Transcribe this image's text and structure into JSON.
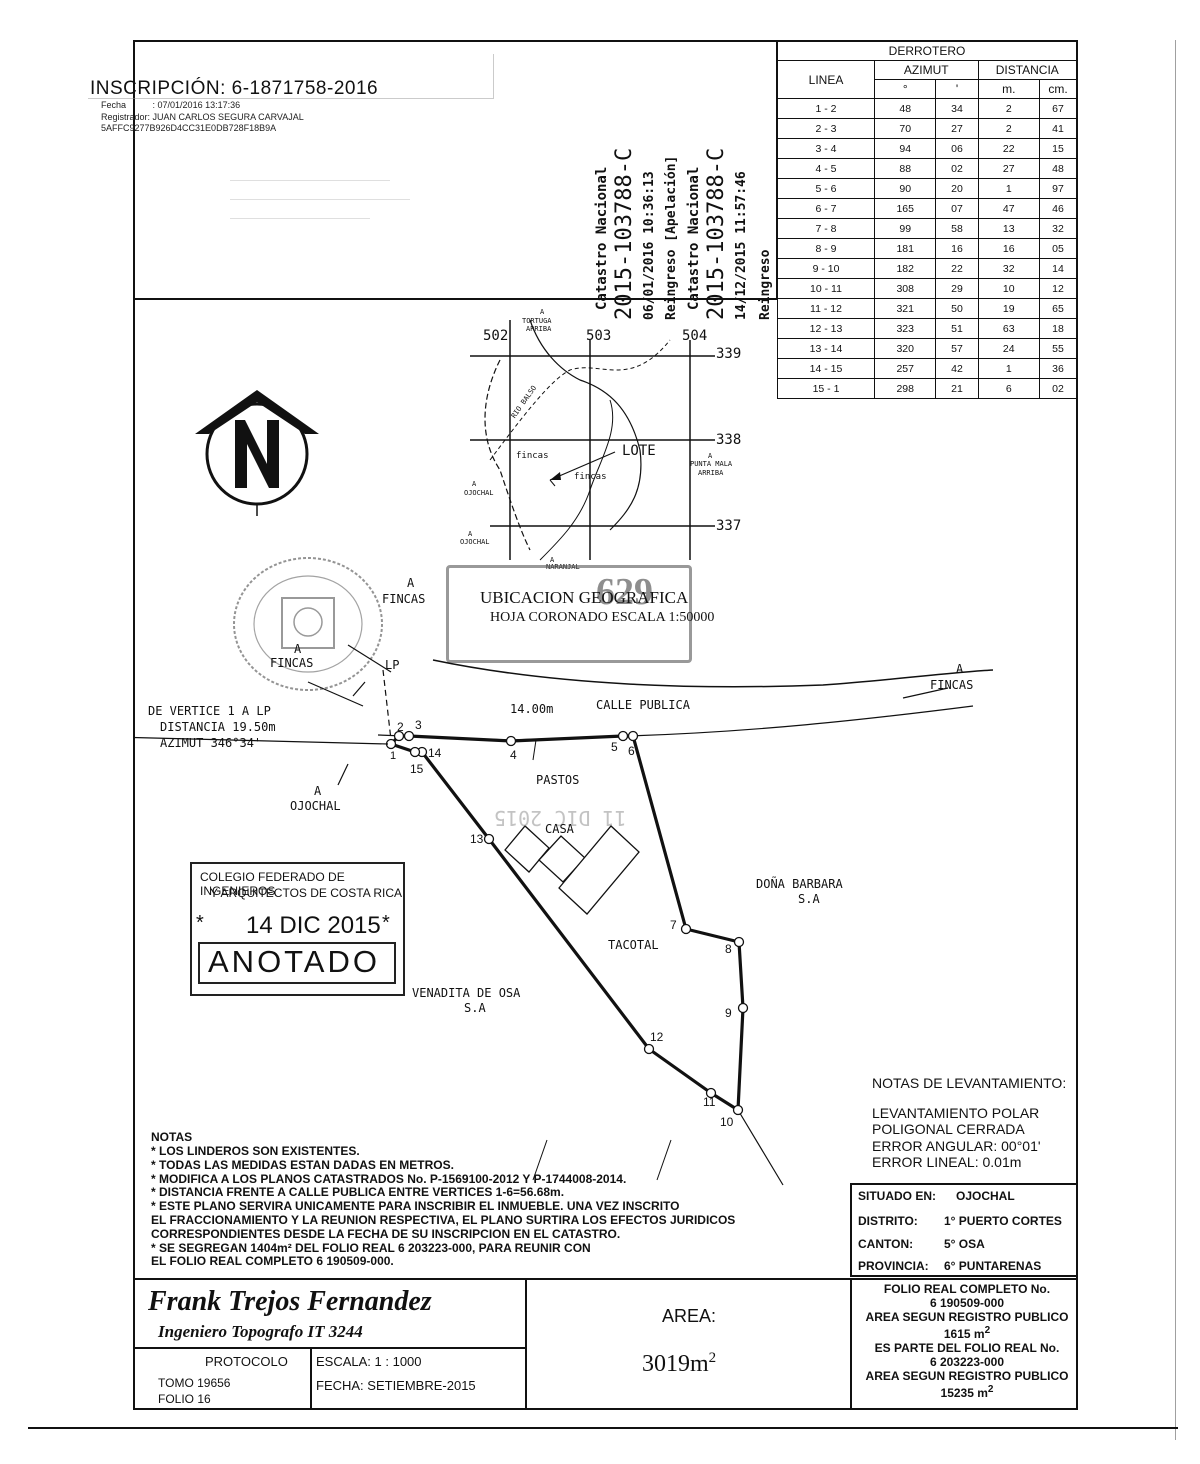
{
  "inscripcion": {
    "title": "INSCRIPCIÓN: 6-1871758-2016",
    "fecha_label": "Fecha",
    "fecha_value": ": 07/01/2016 13:17:36",
    "registrador_label": "Registrador:",
    "registrador_value": "JUAN CARLOS SEGURA CARVAJAL",
    "hash": "5AFFC9277B926D4CC31E0DB728F18B9A"
  },
  "catastro": {
    "label1": "Catastro Nacional",
    "plano1": "2015-103788-C",
    "date1": "06/01/2016 10:36:13",
    "type1": "Reingreso [Apelación]",
    "label2": "Catastro Nacional",
    "plano2": "2015-103788-C",
    "date2": "14/12/2015 11:57:46",
    "type2": "Reingreso"
  },
  "derrotero": {
    "title": "DERROTERO",
    "headers": [
      "LINEA",
      "AZIMUT",
      "DISTANCIA"
    ],
    "subheaders": [
      "°",
      "'",
      "m.",
      "cm."
    ],
    "rows": [
      [
        "1 - 2",
        "48",
        "34",
        "2",
        "67"
      ],
      [
        "2 - 3",
        "70",
        "27",
        "2",
        "41"
      ],
      [
        "3 - 4",
        "94",
        "06",
        "22",
        "15"
      ],
      [
        "4 - 5",
        "88",
        "02",
        "27",
        "48"
      ],
      [
        "5 - 6",
        "90",
        "20",
        "1",
        "97"
      ],
      [
        "6 - 7",
        "165",
        "07",
        "47",
        "46"
      ],
      [
        "7 - 8",
        "99",
        "58",
        "13",
        "32"
      ],
      [
        "8 - 9",
        "181",
        "16",
        "16",
        "05"
      ],
      [
        "9 - 10",
        "182",
        "22",
        "32",
        "14"
      ],
      [
        "10 - 11",
        "308",
        "29",
        "10",
        "12"
      ],
      [
        "11 - 12",
        "321",
        "50",
        "19",
        "65"
      ],
      [
        "12 - 13",
        "323",
        "51",
        "63",
        "18"
      ],
      [
        "13 - 14",
        "320",
        "57",
        "24",
        "55"
      ],
      [
        "14 - 15",
        "257",
        "42",
        "1",
        "36"
      ],
      [
        "15 - 1",
        "298",
        "21",
        "6",
        "02"
      ]
    ]
  },
  "ubicacion": {
    "grid_x": [
      "502",
      "503",
      "504"
    ],
    "grid_y": [
      "339",
      "338",
      "337"
    ],
    "a_tortuga": "A",
    "tortuga": "TORTUGA",
    "arriba": "ARRIBA",
    "rio": "RIO BALSO",
    "lote": "LOTE",
    "fincas1": "fincas",
    "fincas2": "fincas",
    "a_punta": "A",
    "punta": "PUNTA MALA",
    "punta2": "ARRIBA",
    "a_ojochal1": "A",
    "ojochal1": "OJOCHAL",
    "a_ojochal2": "A",
    "ojochal2": "OJOCHAL",
    "a_naranjal": "A",
    "naranjal": "NARANJAL",
    "title": "UBICACION GEOGRAFICA",
    "subtitle": "HOJA CORONADO ESCALA 1:50000",
    "stamp_number": "629"
  },
  "plan": {
    "a1": "A",
    "fincas_a": "FINCAS",
    "a2": "A",
    "fincas_b": "FINCAS",
    "lp": "LP",
    "a3": "A",
    "fincas_c": "FINCAS",
    "vertice1": "DE VERTICE 1 A LP",
    "vertice2": "DISTANCIA 19.50m",
    "vertice3": "AZIMUT 346°34'",
    "a4": "A",
    "ojochal": "OJOCHAL",
    "dist14": "14.00m",
    "calle": "CALLE PUBLICA",
    "pastos": "PASTOS",
    "casa": "CASA",
    "tacotal": "TACOTAL",
    "dona1": "DOÑA BARBARA",
    "dona2": "S.A",
    "venadita1": "VENADITA DE OSA",
    "venadita2": "S.A",
    "stamp_date_ghost": "11 DIC 2015",
    "vertex_labels": [
      "1",
      "2",
      "3",
      "4",
      "5",
      "6",
      "7",
      "8",
      "9",
      "10",
      "11",
      "12",
      "13",
      "14",
      "15"
    ]
  },
  "colegio": {
    "line1": "COLEGIO FEDERADO DE INGENIEROS",
    "line2": "Y ARQUITECTOS DE COSTA RICA",
    "date": "14 DIC 2015",
    "star": "*",
    "status": "ANOTADO"
  },
  "notas_lev": {
    "title": "NOTAS DE LEVANTAMIENTO:",
    "l1": "LEVANTAMIENTO POLAR",
    "l2": "POLIGONAL CERRADA",
    "l3": "ERROR ANGULAR: 00°01'",
    "l4": "ERROR LINEAL: 0.01m"
  },
  "notas": {
    "title": "NOTAS",
    "items": [
      "* LOS LINDEROS SON EXISTENTES.",
      "* TODAS LAS MEDIDAS ESTAN DADAS EN METROS.",
      "* MODIFICA A LOS PLANOS CATASTRADOS No. P-1569100-2012 Y P-1744008-2014.",
      "* DISTANCIA FRENTE A CALLE PUBLICA ENTRE VERTICES 1-6=56.68m.",
      "* ESTE PLANO SERVIRA UNICAMENTE PARA INSCRIBIR EL INMUEBLE. UNA VEZ INSCRITO",
      "EL FRACCIONAMIENTO Y LA REUNION RESPECTIVA, EL PLANO SURTIRA LOS EFECTOS JURIDICOS",
      "CORRESPONDIENTES DESDE LA FECHA DE SU INSCRIPCION EN EL CATASTRO.",
      "* SE SEGREGAN 1404m² DEL FOLIO REAL 6 203223-000, PARA REUNIR CON",
      "EL FOLIO REAL COMPLETO 6 190509-000."
    ]
  },
  "situado": {
    "situado_label": "SITUADO EN:",
    "situado_value": "OJOCHAL",
    "distrito_label": "DISTRITO:",
    "distrito_value": "1° PUERTO CORTES",
    "canton_label": "CANTON:",
    "canton_value": "5° OSA",
    "provincia_label": "PROVINCIA:",
    "provincia_value": "6° PUNTARENAS"
  },
  "title_block": {
    "signature": "Frank Trejos Fernandez",
    "engineer": "Ingeniero Topografo IT 3244",
    "protocolo": "PROTOCOLO",
    "tomo": "TOMO 19656",
    "folio": "FOLIO 16",
    "escala": "ESCALA: 1 : 1000",
    "fecha": "FECHA: SETIEMBRE-2015",
    "area_label": "AREA:",
    "area_value": "3019m",
    "area_sup": "2",
    "folio_real1": "FOLIO REAL COMPLETO No.",
    "folio_real2": "6 190509-000",
    "area_reg1": "AREA SEGUN REGISTRO PUBLICO",
    "area_reg1_val": "1615 m",
    "es_parte": "ES PARTE DEL FOLIO REAL No.",
    "folio_real3": "6 203223-000",
    "area_reg2": "AREA SEGUN REGISTRO PUBLICO",
    "area_reg2_val": "15235 m",
    "sup": "2"
  }
}
